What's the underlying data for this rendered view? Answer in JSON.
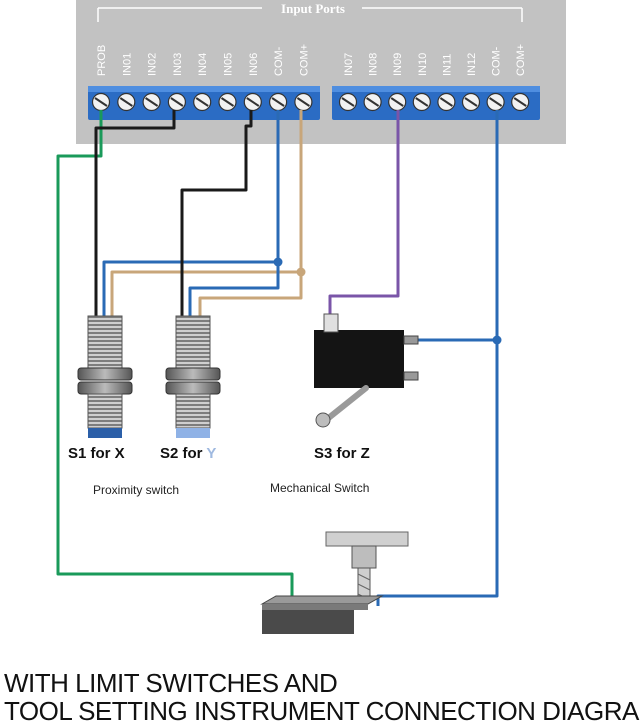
{
  "board": {
    "title": "Input Ports",
    "left_block_pins": [
      "PROB",
      "IN01",
      "IN02",
      "IN03",
      "IN04",
      "IN05",
      "IN06",
      "COM-",
      "COM+"
    ],
    "right_block_pins": [
      "IN07",
      "IN08",
      "IN09",
      "IN10",
      "IN11",
      "IN12",
      "COM-",
      "COM+"
    ]
  },
  "devices": {
    "s1": {
      "name": "S1 for X"
    },
    "s2": {
      "name": "S2 for Y"
    },
    "s3": {
      "name": "S3 for Z"
    },
    "proximity_label": "Proximity switch",
    "mechanical_label": "Mechanical Switch"
  },
  "wire_colors": {
    "green": "#1a9a5a",
    "black": "#1a1a1a",
    "blue": "#2a6ab5",
    "tan": "#c8a67a",
    "purple": "#7a55a8"
  },
  "footer": {
    "line1": "WITH LIMIT SWITCHES AND",
    "line2": "TOOL SETTING INSTRUMENT CONNECTION DIAGRAM"
  }
}
